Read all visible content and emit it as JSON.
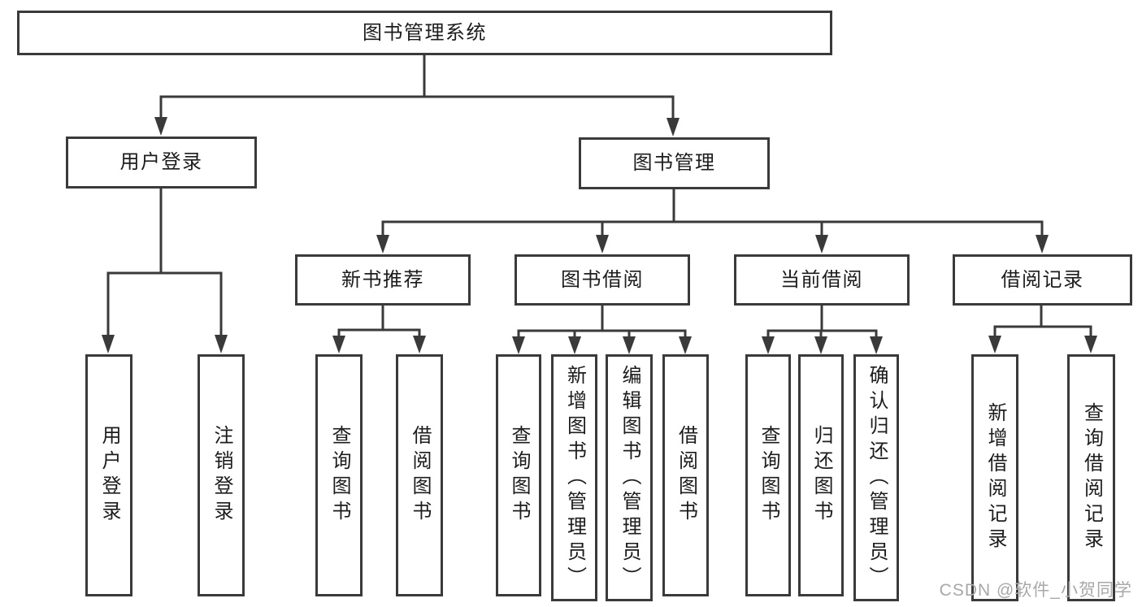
{
  "tree": {
    "label": "图书管理系统",
    "children": [
      {
        "label": "用户登录",
        "children": [
          {
            "label": "用户登录"
          },
          {
            "label": "注销登录"
          }
        ]
      },
      {
        "label": "图书管理",
        "children": [
          {
            "label": "新书推荐",
            "children": [
              {
                "label": "查询图书"
              },
              {
                "label": "借阅图书"
              }
            ]
          },
          {
            "label": "图书借阅",
            "children": [
              {
                "label": "查询图书"
              },
              {
                "label": "新增图书（管理员）"
              },
              {
                "label": "编辑图书（管理员）"
              },
              {
                "label": "借阅图书"
              }
            ]
          },
          {
            "label": "当前借阅",
            "children": [
              {
                "label": "查询图书"
              },
              {
                "label": "归还图书"
              },
              {
                "label": "确认归还（管理员）"
              }
            ]
          },
          {
            "label": "借阅记录",
            "children": [
              {
                "label": "新增借阅记录"
              },
              {
                "label": "查询借阅记录"
              }
            ]
          }
        ]
      }
    ]
  },
  "watermark": {
    "text": "CSDN @软件_小贺同学"
  },
  "colors": {
    "line": "#3a3a3a",
    "text": "#1c1c1c",
    "watermark": "#a8a8a8",
    "background": "#ffffff"
  }
}
